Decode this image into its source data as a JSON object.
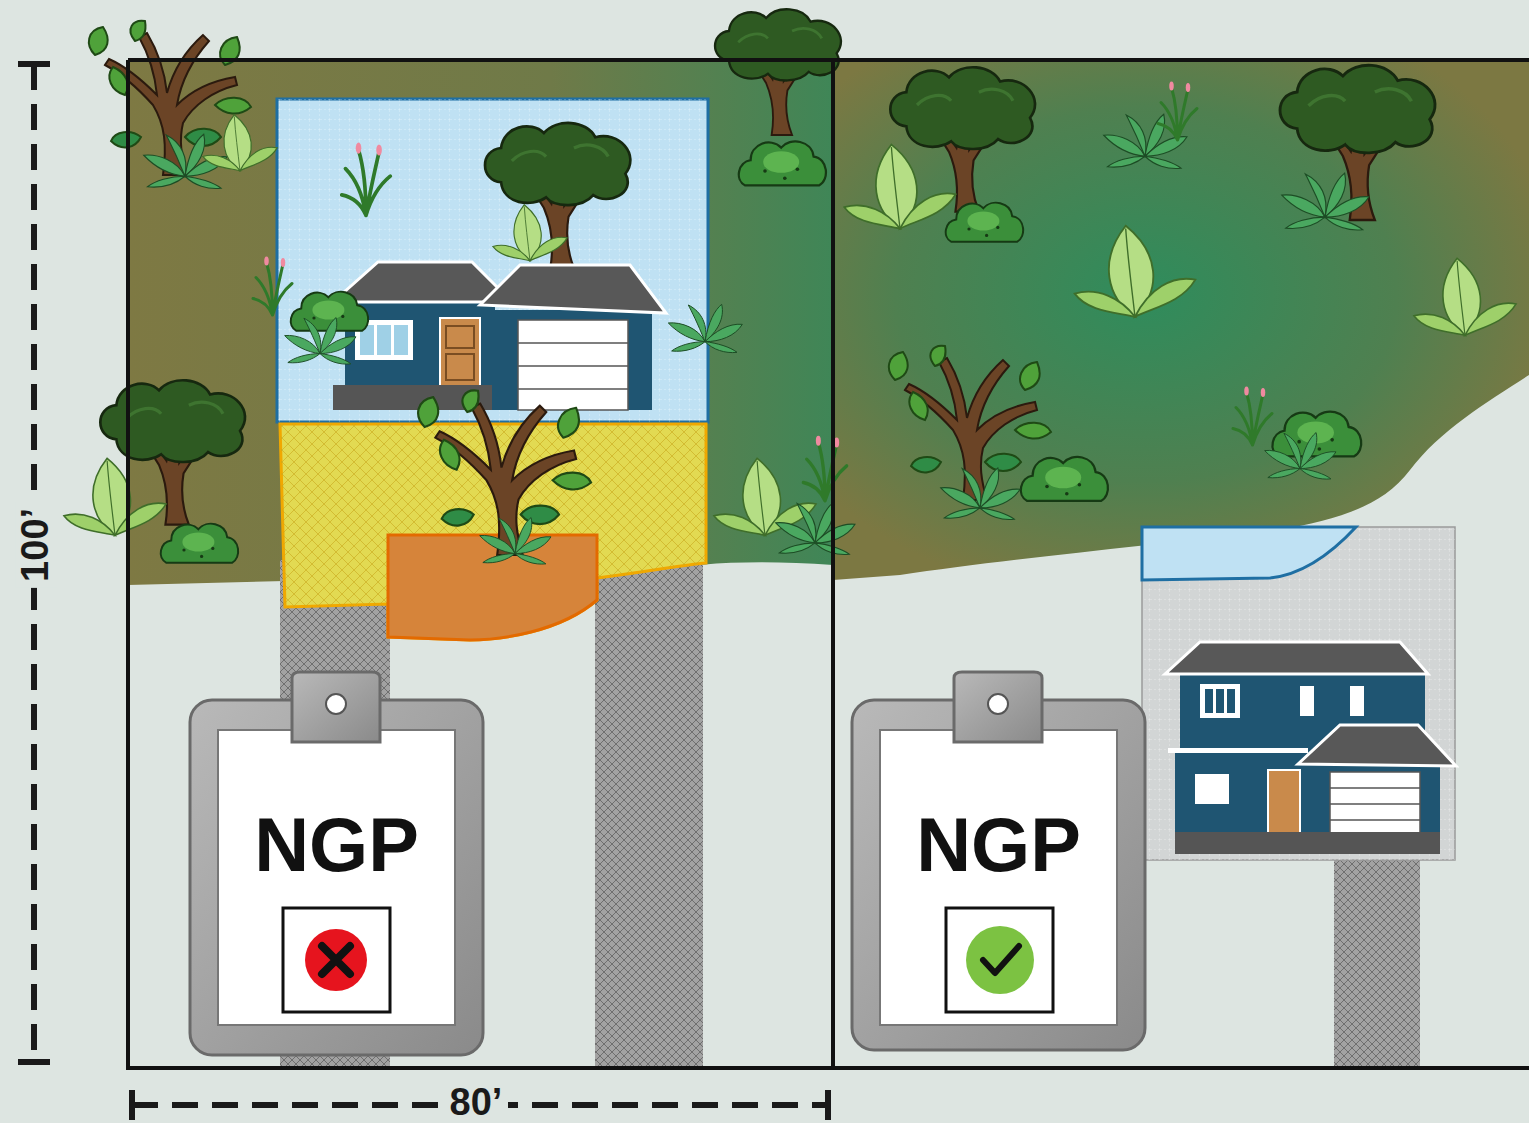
{
  "diagram": {
    "nodes": [
      {
        "text": [
          "NGP"
        ]
      },
      {
        "text": [
          "NGP"
        ]
      }
    ],
    "labels": [
      "100’",
      "80’"
    ]
  }
}
